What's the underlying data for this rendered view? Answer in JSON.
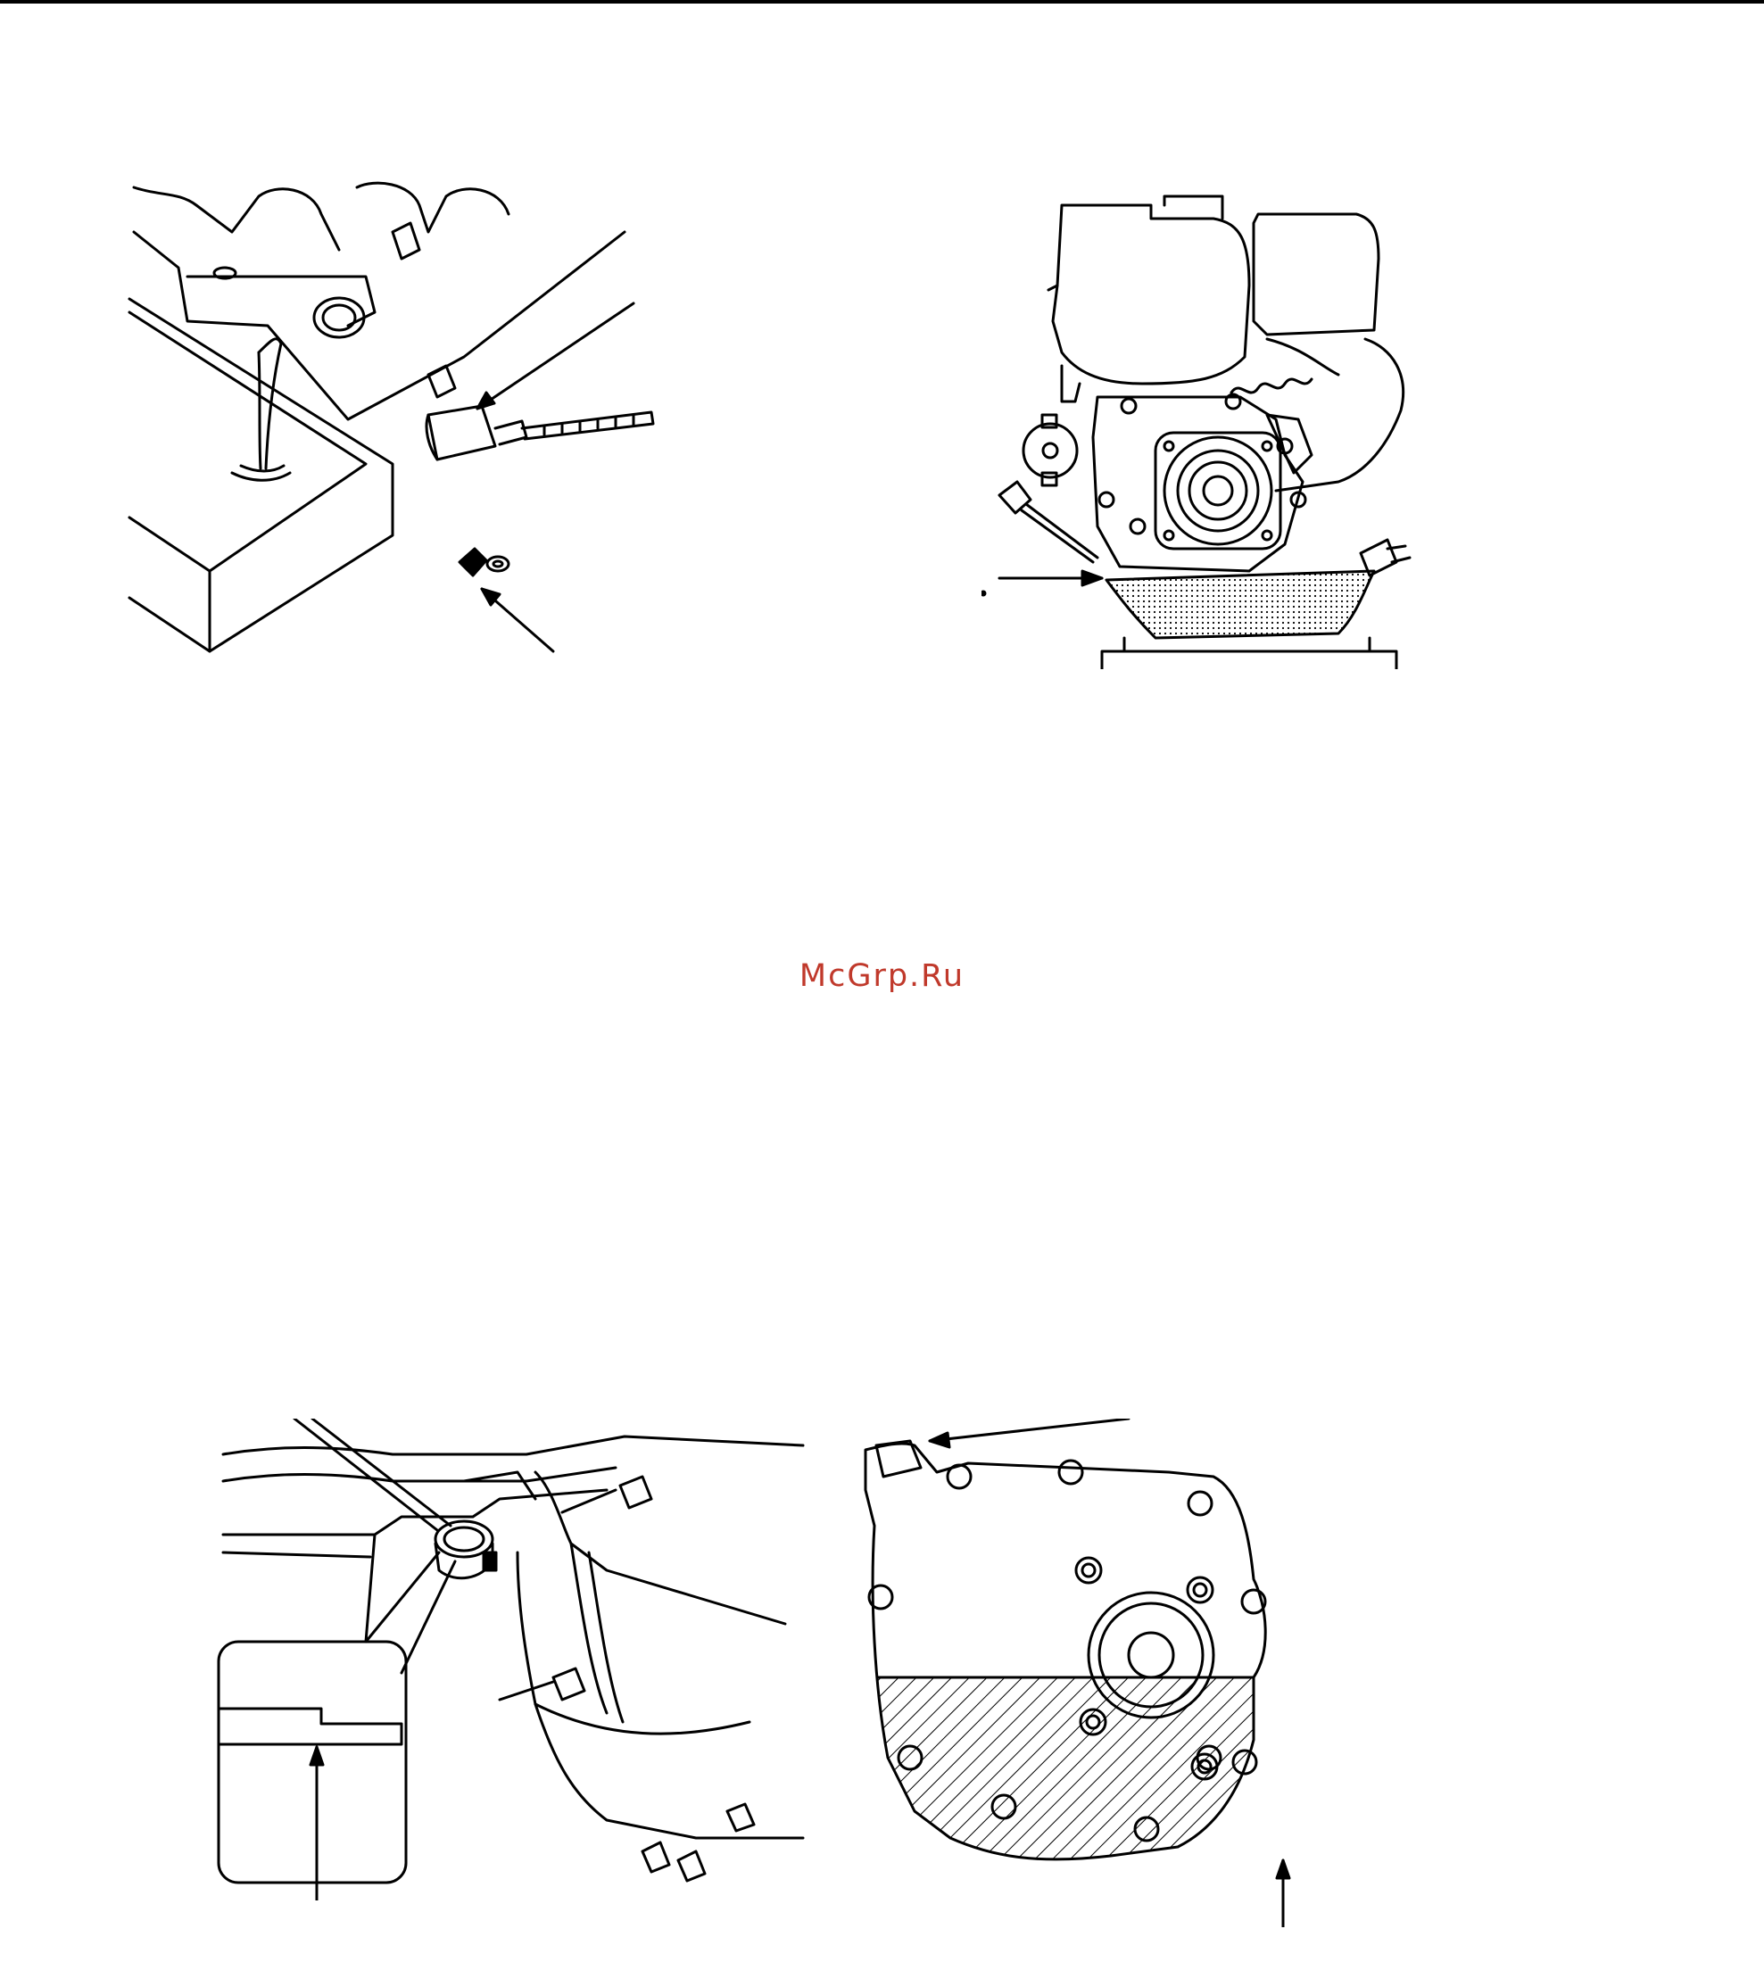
{
  "watermark": {
    "text": "McGrp.Ru",
    "color": "#c0392b"
  },
  "figures": [
    {
      "id": "oil-drain",
      "icon": "engine-oil-drain-illustration"
    },
    {
      "id": "oil-level",
      "icon": "engine-front-oil-level-illustration"
    },
    {
      "id": "gear-oil-fill",
      "icon": "reduction-case-filler-illustration"
    },
    {
      "id": "gear-cover",
      "icon": "reduction-cover-oil-level-illustration"
    }
  ],
  "colors": {
    "line": "#000000",
    "page": "#ffffff"
  }
}
